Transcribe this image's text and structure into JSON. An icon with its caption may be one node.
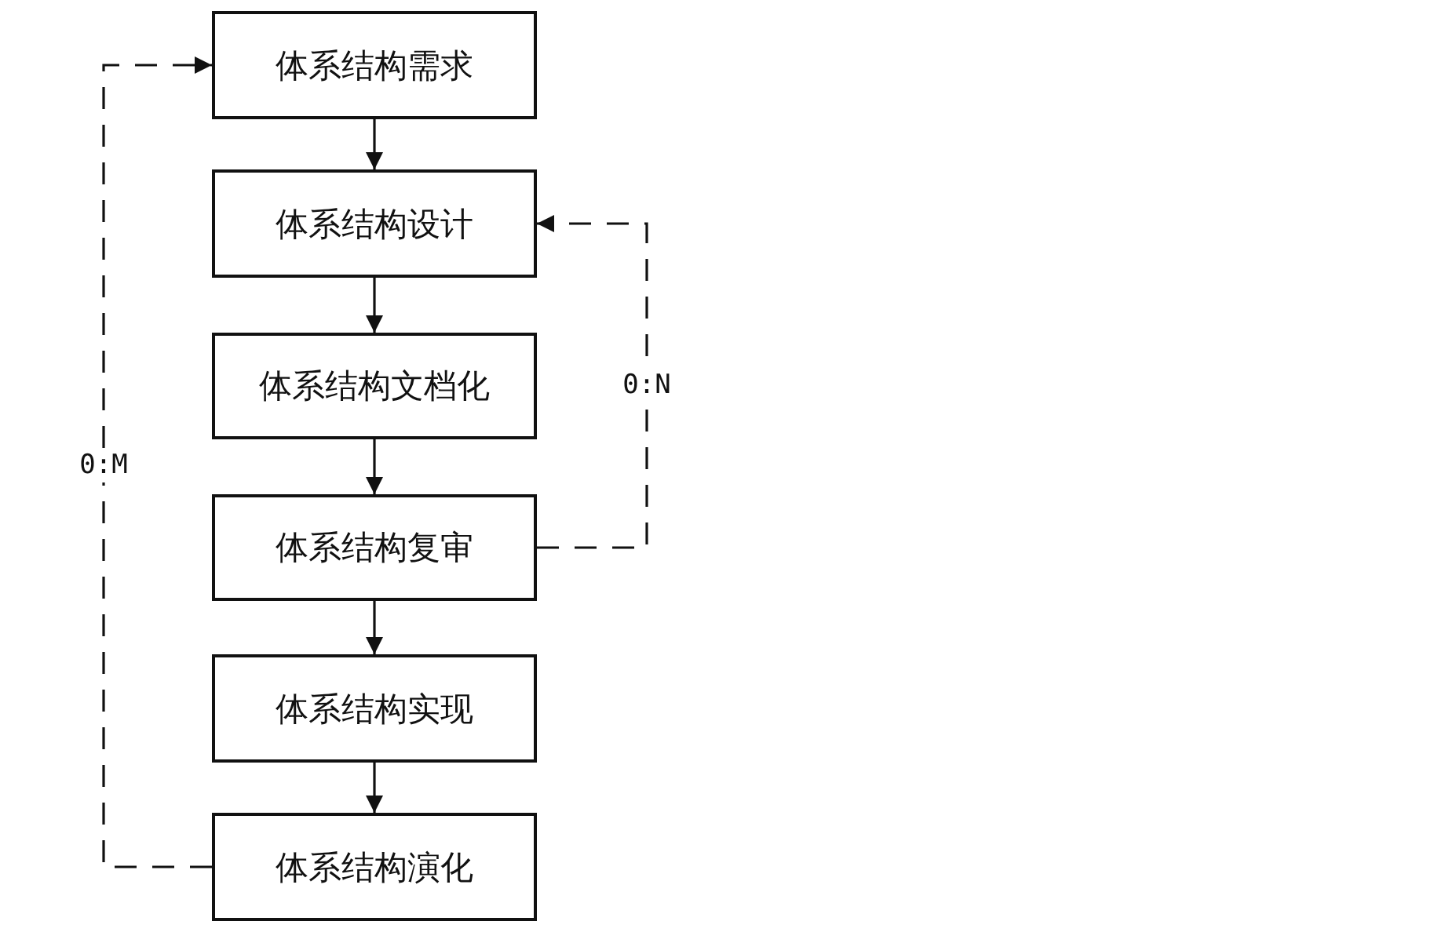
{
  "diagram": {
    "nodes": [
      {
        "text": [
          "体系结构需求"
        ]
      },
      {
        "text": [
          "体系结构设计"
        ]
      },
      {
        "text": [
          "体系结构文档化"
        ]
      },
      {
        "text": [
          "体系结构复审"
        ]
      },
      {
        "text": [
          "体系结构实现"
        ]
      },
      {
        "text": [
          "体系结构演化"
        ]
      }
    ],
    "edges": [
      {
        "from": 0,
        "to": 1,
        "arrow": "to"
      },
      {
        "from": 1,
        "to": 2,
        "arrow": "to"
      },
      {
        "from": 2,
        "to": 3,
        "arrow": "to"
      },
      {
        "from": 3,
        "to": 4,
        "arrow": "to"
      },
      {
        "from": 4,
        "to": 5,
        "arrow": "to"
      },
      {
        "from": 3,
        "to": 1,
        "arrow": "to",
        "style": "dashed",
        "label": "0:N"
      },
      {
        "from": 5,
        "to": 0,
        "arrow": "to",
        "style": "dashed",
        "label": "0:M"
      }
    ]
  }
}
